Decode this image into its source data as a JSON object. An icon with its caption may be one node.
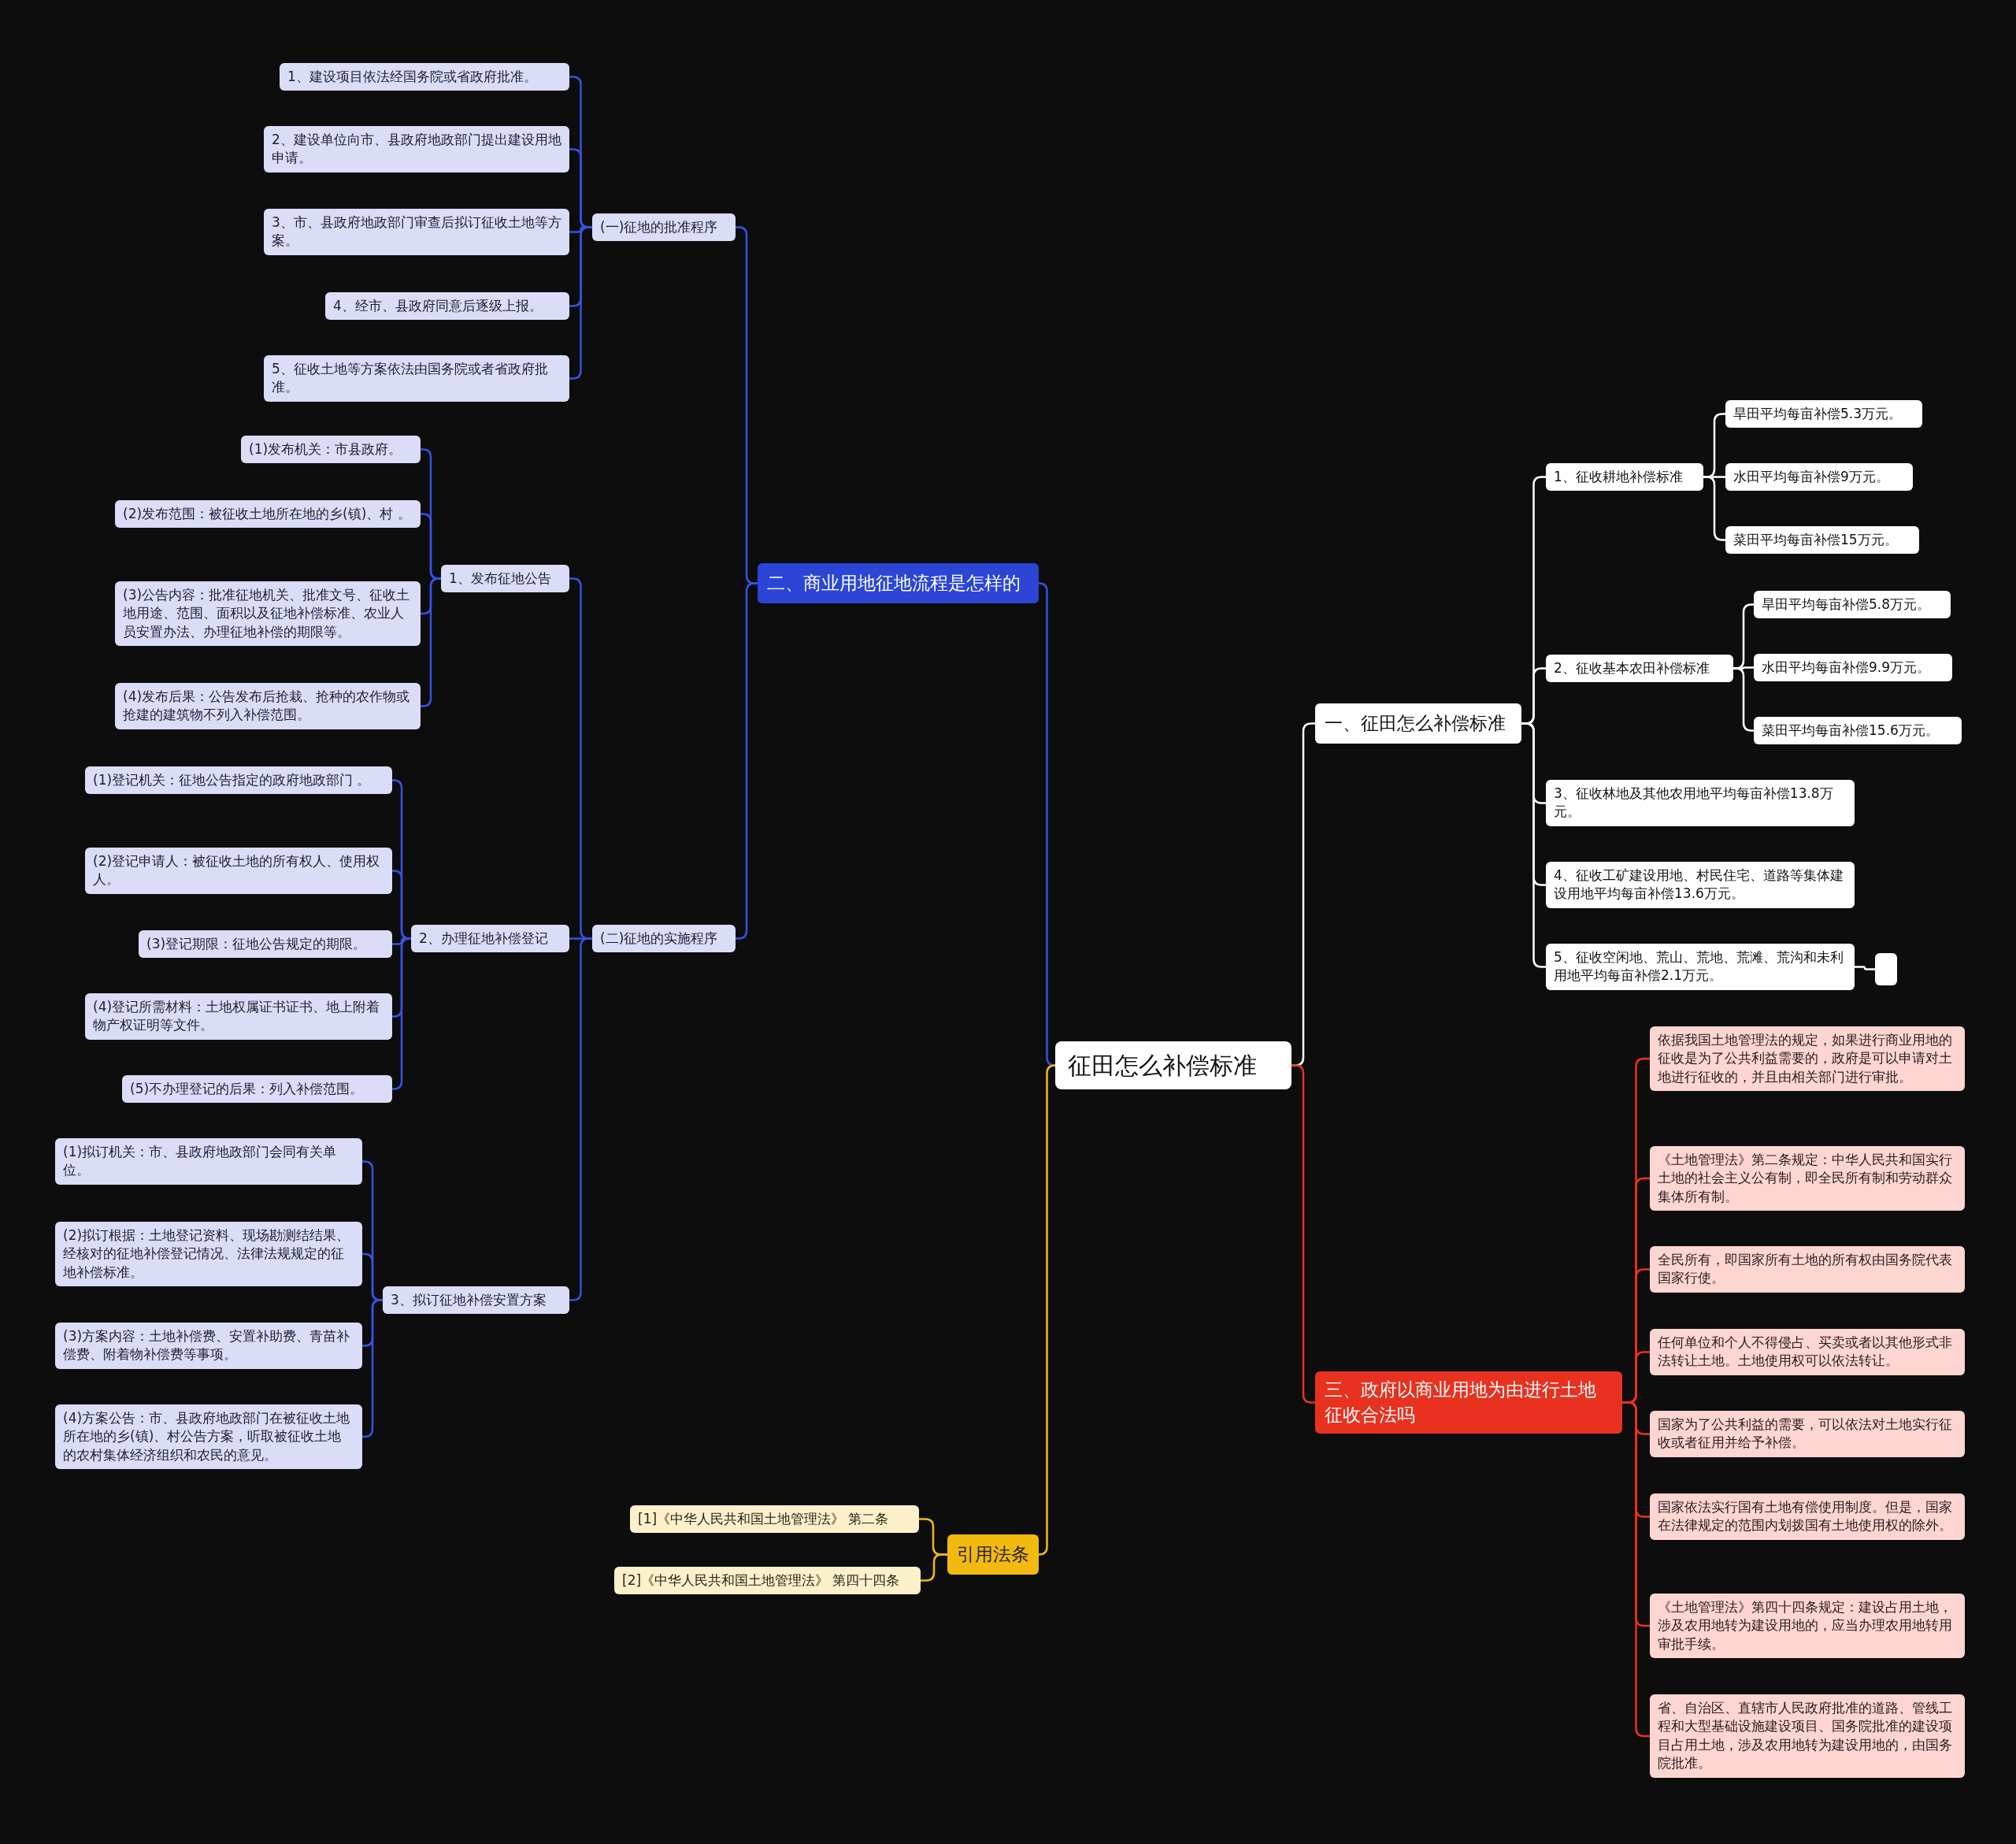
{
  "diagram": {
    "nodes": [
      {
        "text": [
          "征田怎么补偿标准"
        ]
      },
      {
        "text": [
          "二、商业用地征地流程是怎样的"
        ]
      },
      {
        "text": [
          "(一)征地的批准程序"
        ]
      },
      {
        "text": [
          "1、建设项目依法经国务院或省政府批准。"
        ]
      },
      {
        "text": [
          "2、建设单位向市、县政府地政部门提出建设用地申请。"
        ]
      },
      {
        "text": [
          "3、市、县政府地政部门审查后拟订征收土地等方案。"
        ]
      },
      {
        "text": [
          "4、经市、县政府同意后逐级上报。"
        ]
      },
      {
        "text": [
          "5、征收土地等方案依法由国务院或者省政府批准。"
        ]
      },
      {
        "text": [
          "(二)征地的实施程序"
        ]
      },
      {
        "text": [
          "1、发布征地公告"
        ]
      },
      {
        "text": [
          "(1)发布机关：市县政府。"
        ]
      },
      {
        "text": [
          "(2)发布范围：被征收土地所在地的乡(镇)、村 。"
        ]
      },
      {
        "text": [
          "(3)公告内容：批准征地机关、批准文号、征收土地用途、范围、面积以及征地补偿标准、农业人员安置办法、办理征地补偿的期限等。"
        ]
      },
      {
        "text": [
          "(4)发布后果：公告发布后抢栽、抢种的农作物或抢建的建筑物不列入补偿范围。"
        ]
      },
      {
        "text": [
          "2、办理征地补偿登记"
        ]
      },
      {
        "text": [
          "(1)登记机关：征地公告指定的政府地政部门 。"
        ]
      },
      {
        "text": [
          "(2)登记申请人：被征收土地的所有权人、使用权人。"
        ]
      },
      {
        "text": [
          "(3)登记期限：征地公告规定的期限。"
        ]
      },
      {
        "text": [
          "(4)登记所需材料：土地权属证书证书、地上附着物产权证明等文件。"
        ]
      },
      {
        "text": [
          "(5)不办理登记的后果：列入补偿范围。"
        ]
      },
      {
        "text": [
          "3、拟订征地补偿安置方案"
        ]
      },
      {
        "text": [
          "(1)拟订机关：市、县政府地政部门会同有关单位。"
        ]
      },
      {
        "text": [
          "(2)拟订根据：土地登记资料、现场勘测结结果、经核对的征地补偿登记情况、法律法规规定的征地补偿标准。"
        ]
      },
      {
        "text": [
          "(3)方案内容：土地补偿费、安置补助费、青苗补偿费、附着物补偿费等事项。"
        ]
      },
      {
        "text": [
          "(4)方案公告：市、县政府地政部门在被征收土地所在地的乡(镇)、村公告方案，听取被征收土地的农村集体经济组织和农民的意见。"
        ]
      },
      {
        "text": [
          "一、征田怎么补偿标准"
        ]
      },
      {
        "text": [
          "1、征收耕地补偿标准"
        ]
      },
      {
        "text": [
          "旱田平均每亩补偿5.3万元。"
        ]
      },
      {
        "text": [
          "水田平均每亩补偿9万元。"
        ]
      },
      {
        "text": [
          "菜田平均每亩补偿15万元。"
        ]
      },
      {
        "text": [
          "2、征收基本农田补偿标准"
        ]
      },
      {
        "text": [
          "旱田平均每亩补偿5.8万元。"
        ]
      },
      {
        "text": [
          "水田平均每亩补偿9.9万元。"
        ]
      },
      {
        "text": [
          "菜田平均每亩补偿15.6万元。"
        ]
      },
      {
        "text": [
          "3、征收林地及其他农用地平均每亩补偿13.8万元。"
        ]
      },
      {
        "text": [
          "4、征收工矿建设用地、村民住宅、道路等集体建设用地平均每亩补偿13.6万元。"
        ]
      },
      {
        "text": [
          "5、征收空闲地、荒山、荒地、荒滩、荒沟和未利用地平均每亩补偿2.1万元。"
        ]
      },
      {
        "text": [],
        "shape": "box"
      },
      {
        "text": [
          "三、政府以商业用地为由进行土地征收合法吗"
        ]
      },
      {
        "text": [
          "依据我国土地管理法的规定，如果进行商业用地的征收是为了公共利益需要的，政府是可以申请对土地进行征收的，并且由相关部门进行审批。"
        ]
      },
      {
        "text": [
          "《土地管理法》第二条规定：中华人民共和国实行土地的社会主义公有制，即全民所有制和劳动群众集体所有制。"
        ]
      },
      {
        "text": [
          "全民所有，即国家所有土地的所有权由国务院代表国家行使。"
        ]
      },
      {
        "text": [
          "任何单位和个人不得侵占、买卖或者以其他形式非法转让土地。土地使用权可以依法转让。"
        ]
      },
      {
        "text": [
          "国家为了公共利益的需要，可以依法对土地实行征收或者征用并给予补偿。"
        ]
      },
      {
        "text": [
          "国家依法实行国有土地有偿使用制度。但是，国家在法律规定的范围内划拨国有土地使用权的除外。"
        ]
      },
      {
        "text": [
          "《土地管理法》第四十四条规定：建设占用土地，涉及农用地转为建设用地的，应当办理农用地转用审批手续。"
        ]
      },
      {
        "text": [
          "省、自治区、直辖市人民政府批准的道路、管线工程和大型基础设施建设项目、国务院批准的建设项目占用土地，涉及农用地转为建设用地的，由国务院批准。"
        ]
      },
      {
        "text": [
          "引用法条"
        ]
      },
      {
        "text": [
          "[1]《中华人民共和国土地管理法》 第二条"
        ]
      },
      {
        "text": [
          "[2]《中华人民共和国土地管理法》 第四十四条"
        ]
      }
    ],
    "edges": [
      {
        "from": 0,
        "to": 1,
        "arrow": "none"
      },
      {
        "from": 1,
        "to": 2,
        "arrow": "none"
      },
      {
        "from": 2,
        "to": 3,
        "arrow": "none"
      },
      {
        "from": 2,
        "to": 4,
        "arrow": "none"
      },
      {
        "from": 2,
        "to": 5,
        "arrow": "none"
      },
      {
        "from": 2,
        "to": 6,
        "arrow": "none"
      },
      {
        "from": 2,
        "to": 7,
        "arrow": "none"
      },
      {
        "from": 1,
        "to": 8,
        "arrow": "none"
      },
      {
        "from": 8,
        "to": 9,
        "arrow": "none"
      },
      {
        "from": 9,
        "to": 10,
        "arrow": "none"
      },
      {
        "from": 9,
        "to": 11,
        "arrow": "none"
      },
      {
        "from": 9,
        "to": 12,
        "arrow": "none"
      },
      {
        "from": 9,
        "to": 13,
        "arrow": "none"
      },
      {
        "from": 8,
        "to": 14,
        "arrow": "none"
      },
      {
        "from": 14,
        "to": 15,
        "arrow": "none"
      },
      {
        "from": 14,
        "to": 16,
        "arrow": "none"
      },
      {
        "from": 14,
        "to": 17,
        "arrow": "none"
      },
      {
        "from": 14,
        "to": 18,
        "arrow": "none"
      },
      {
        "from": 14,
        "to": 19,
        "arrow": "none"
      },
      {
        "from": 8,
        "to": 20,
        "arrow": "none"
      },
      {
        "from": 20,
        "to": 21,
        "arrow": "none"
      },
      {
        "from": 20,
        "to": 22,
        "arrow": "none"
      },
      {
        "from": 20,
        "to": 23,
        "arrow": "none"
      },
      {
        "from": 20,
        "to": 24,
        "arrow": "none"
      },
      {
        "from": 0,
        "to": 25,
        "arrow": "none",
        "color": "#ffffff"
      },
      {
        "from": 25,
        "to": 26,
        "arrow": "none",
        "color": "#ffffff"
      },
      {
        "from": 26,
        "to": 27,
        "arrow": "none",
        "color": "#ffffff"
      },
      {
        "from": 26,
        "to": 28,
        "arrow": "none",
        "color": "#ffffff"
      },
      {
        "from": 26,
        "to": 29,
        "arrow": "none",
        "color": "#ffffff"
      },
      {
        "from": 25,
        "to": 30,
        "arrow": "none",
        "color": "#ffffff"
      },
      {
        "from": 30,
        "to": 31,
        "arrow": "none",
        "color": "#ffffff"
      },
      {
        "from": 30,
        "to": 32,
        "arrow": "none",
        "color": "#ffffff"
      },
      {
        "from": 30,
        "to": 33,
        "arrow": "none",
        "color": "#ffffff"
      },
      {
        "from": 25,
        "to": 34,
        "arrow": "none",
        "color": "#ffffff"
      },
      {
        "from": 25,
        "to": 35,
        "arrow": "none",
        "color": "#ffffff"
      },
      {
        "from": 25,
        "to": 36,
        "arrow": "none",
        "color": "#ffffff"
      },
      {
        "from": 36,
        "to": 37,
        "arrow": "none",
        "color": "#ffffff"
      },
      {
        "from": 0,
        "to": 38,
        "arrow": "none",
        "color": "#e8321f"
      },
      {
        "from": 38,
        "to": 39,
        "arrow": "none",
        "color": "#e8321f"
      },
      {
        "from": 38,
        "to": 40,
        "arrow": "none",
        "color": "#e8321f"
      },
      {
        "from": 38,
        "to": 41,
        "arrow": "none",
        "color": "#e8321f"
      },
      {
        "from": 38,
        "to": 42,
        "arrow": "none",
        "color": "#e8321f"
      },
      {
        "from": 38,
        "to": 43,
        "arrow": "none",
        "color": "#e8321f"
      },
      {
        "from": 38,
        "to": 44,
        "arrow": "none",
        "color": "#e8321f"
      },
      {
        "from": 38,
        "to": 45,
        "arrow": "none",
        "color": "#e8321f"
      },
      {
        "from": 38,
        "to": 46,
        "arrow": "none",
        "color": "#e8321f"
      },
      {
        "from": 0,
        "to": 47,
        "arrow": "none",
        "color": "#f2b90f"
      },
      {
        "from": 47,
        "to": 48,
        "arrow": "none",
        "color": "#f2b90f"
      },
      {
        "from": 47,
        "to": 49,
        "arrow": "none",
        "color": "#f2b90f"
      }
    ]
  }
}
